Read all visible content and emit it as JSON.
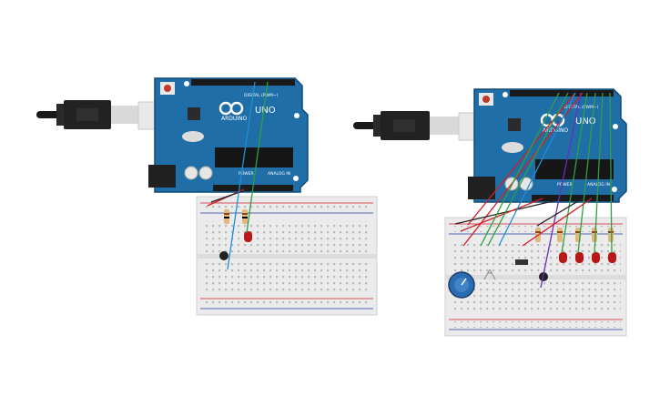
{
  "circuits": [
    {
      "arduino": {
        "brand": "ARDUINO",
        "model": "UNO",
        "digital_label": "DIGITAL (PWM~)",
        "power_label": "POWER",
        "analog_label": "ANALOG IN"
      },
      "components": {
        "resistors": 2,
        "leds": 1,
        "buttons": 1,
        "potentiometers": 0
      }
    },
    {
      "arduino": {
        "brand": "ARDUINO",
        "model": "UNO",
        "digital_label": "DIGITAL (PWM~)",
        "power_label": "POWER",
        "analog_label": "ANALOG IN"
      },
      "components": {
        "resistors": 5,
        "leds": 4,
        "buttons": 2,
        "potentiometers": 1,
        "switches": 1
      }
    }
  ],
  "colors": {
    "board": "#1f6ea8",
    "board_edge": "#124a73",
    "usb": "#222222",
    "breadboard": "#ebebeb",
    "led": "#b81818",
    "wire_red": "#d21f26",
    "wire_black": "#222222",
    "wire_green": "#2ea043",
    "wire_blue": "#1f8fd6",
    "wire_purple": "#6a2fb5",
    "pot_knob": "#2b6cb0"
  }
}
